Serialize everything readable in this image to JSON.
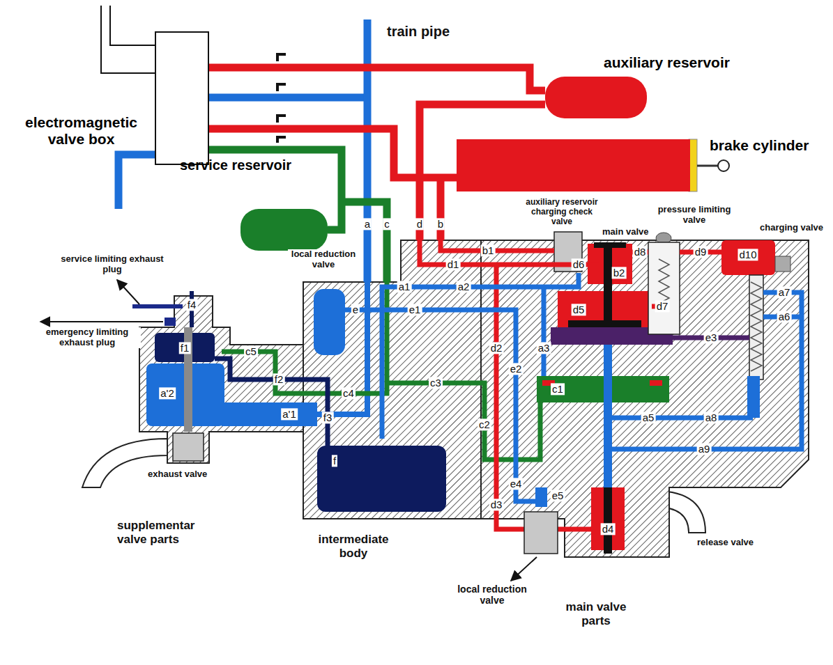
{
  "diagram": {
    "nodes": [
      {
        "text": [
          "electromagnetic valve box"
        ]
      },
      {
        "text": [
          "auxiliary reservoir"
        ]
      },
      {
        "text": [
          "brake cylinder"
        ]
      },
      {
        "text": [
          "service reservoir"
        ]
      }
    ],
    "edges": [
      {
        "from": 0,
        "to": 1,
        "arrow": "none"
      },
      {
        "from": 0,
        "to": 2,
        "arrow": "none"
      },
      {
        "from": 0,
        "to": 3,
        "arrow": "none"
      }
    ],
    "labels": [
      "train pipe",
      "a",
      "c",
      "d",
      "b",
      "auxiliary reservoir charging check valve",
      "pressure limiting valve",
      "main valve",
      "charging valve",
      "service limiting exhaust plug",
      "local reduction valve",
      "b1",
      "d10",
      "b2",
      "d8",
      "d9",
      "a1",
      "a2",
      "d1",
      "d6",
      "f4",
      "a7",
      "a6",
      "emergency limiting exhaust plug",
      "e",
      "e1",
      "e3",
      "d7",
      "d5",
      "f1",
      "c5",
      "f2",
      "c4",
      "d2",
      "e2",
      "a3",
      "a'2",
      "c3",
      "c2",
      "a5",
      "c1",
      "a8",
      "a'1",
      "f3",
      "a9",
      "f",
      "exhaust valve",
      "d3",
      "e4",
      "e5",
      "d4",
      "release valve",
      "supplementar valve parts",
      "intermediate body",
      "local reduction valve",
      "main valve parts"
    ]
  }
}
